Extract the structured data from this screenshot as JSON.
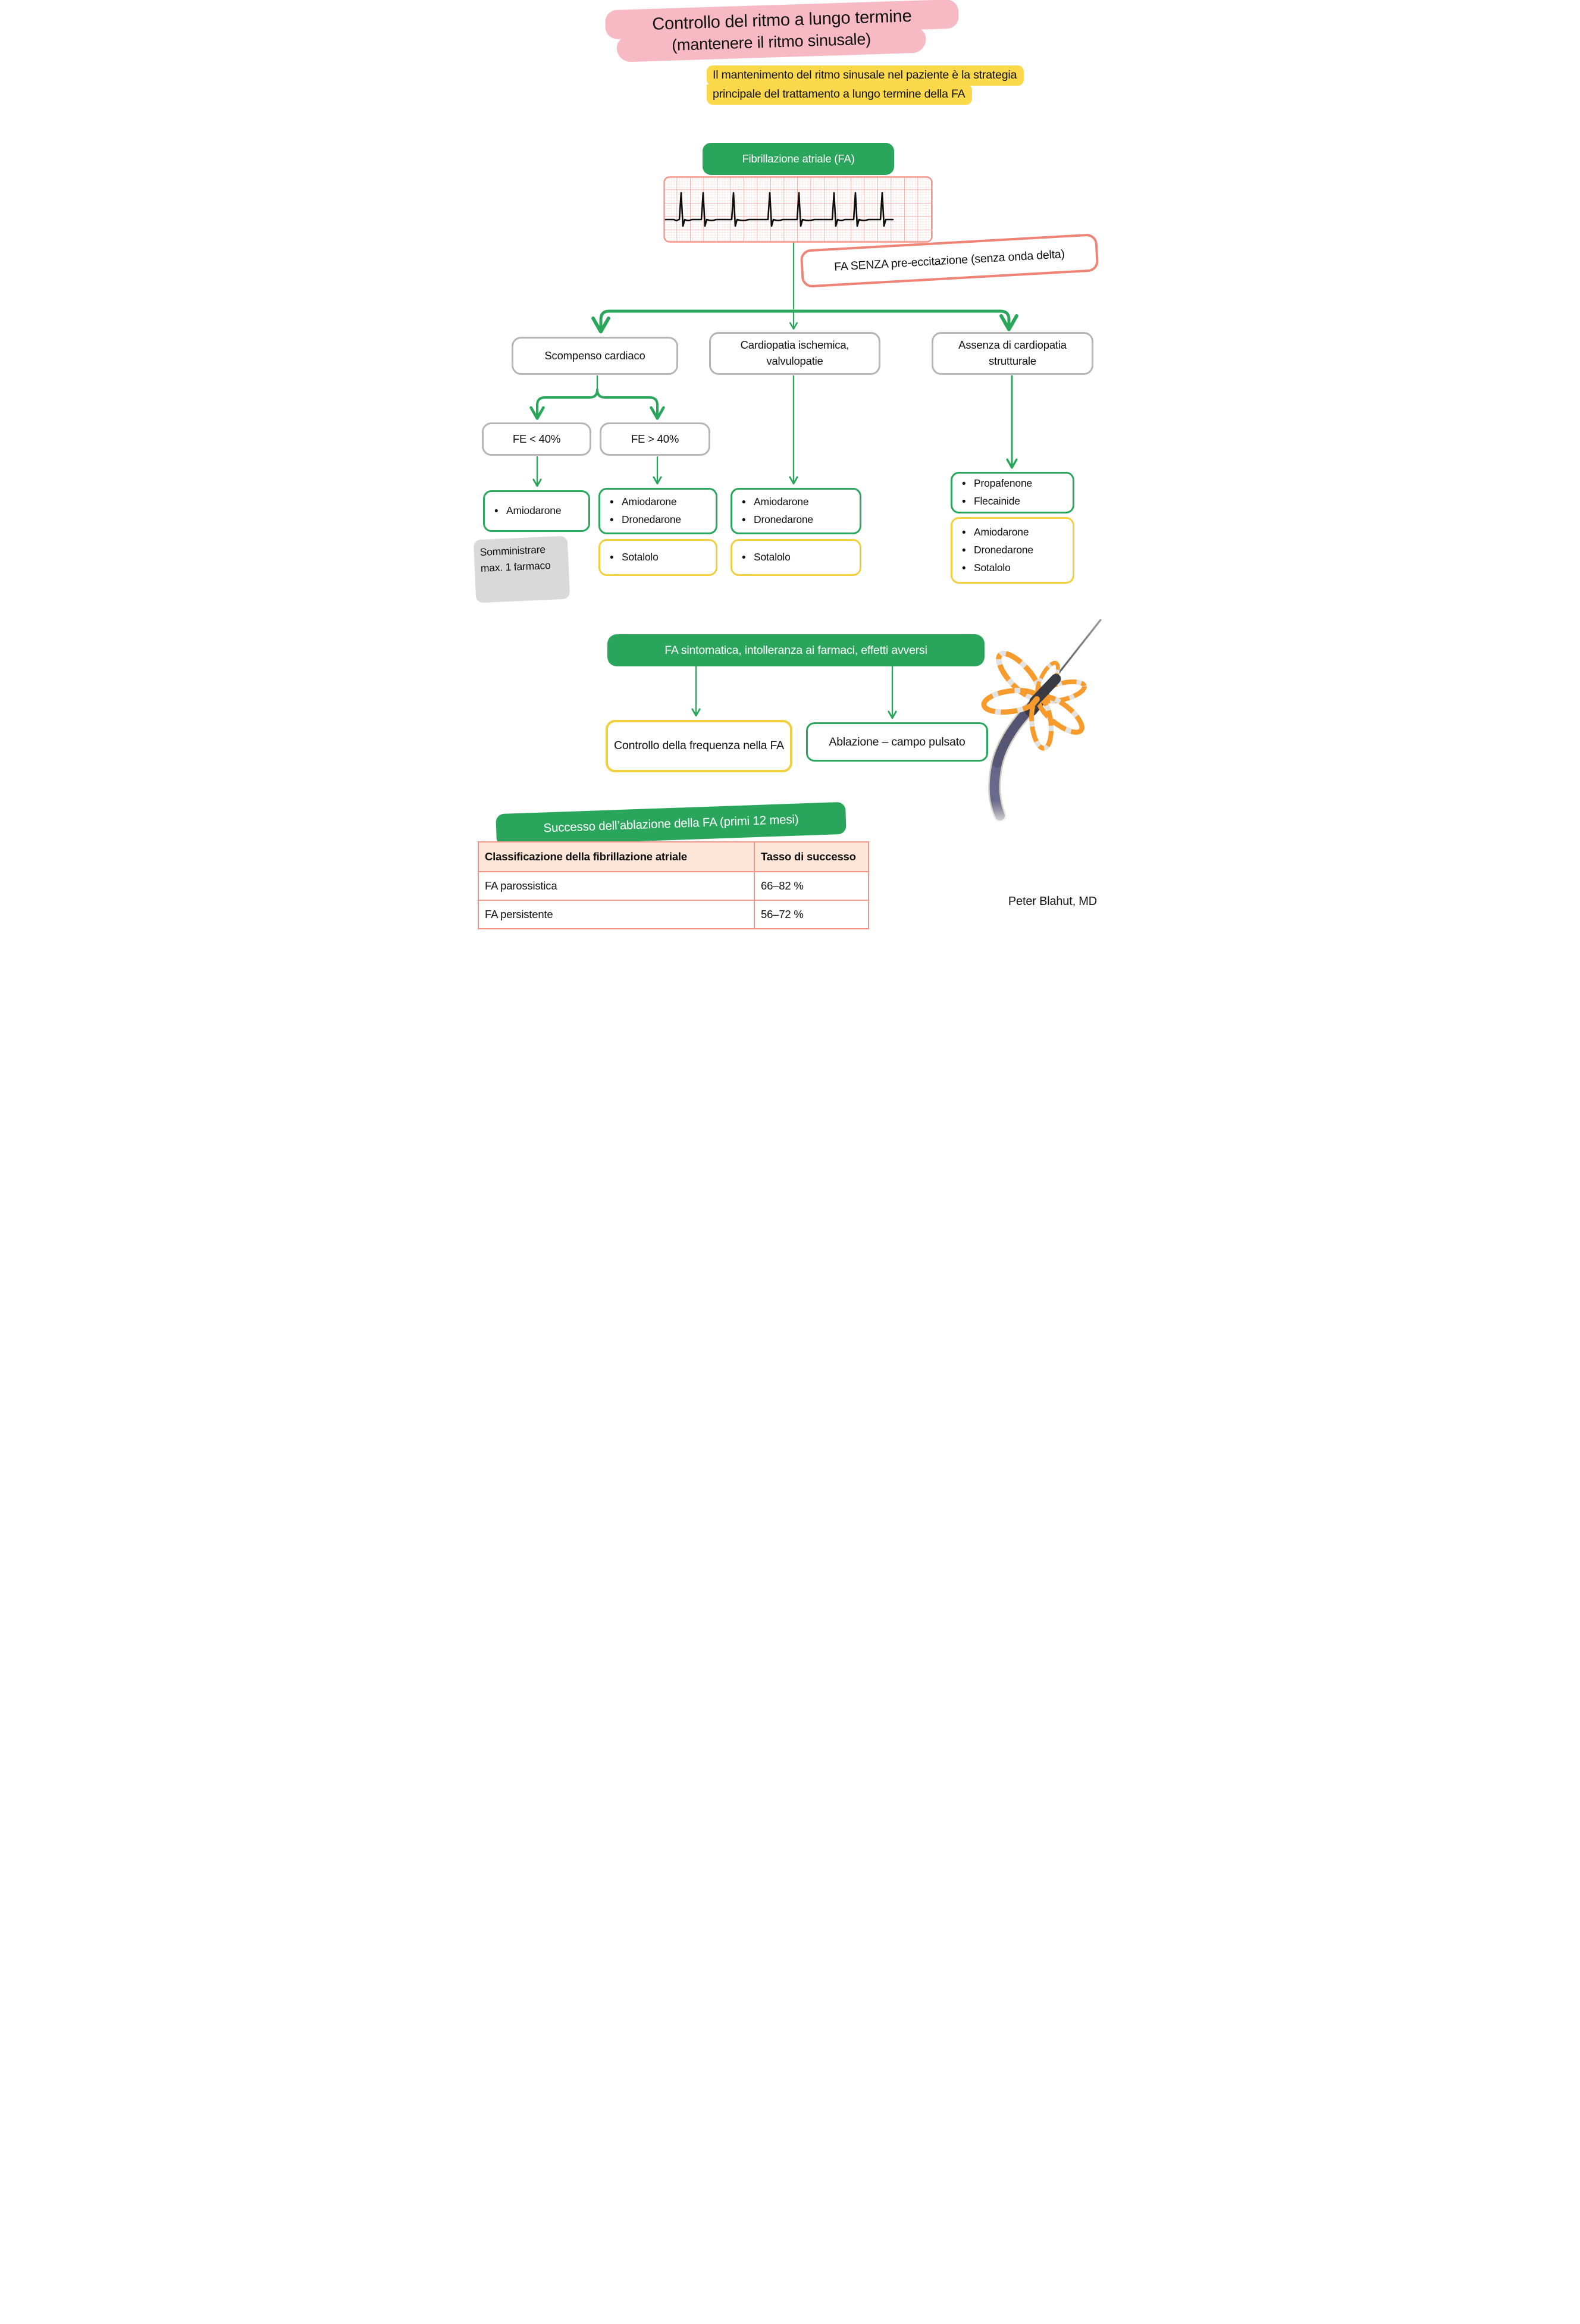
{
  "header": {
    "title_lines": [
      "Controllo del ritmo a lungo termine",
      "(mantenere il ritmo sinusale)"
    ],
    "subtitle_lines": [
      "Il mantenimento del ritmo sinusale nel paziente è la strategia",
      "principale del trattamento a lungo termine della FA"
    ]
  },
  "flow": {
    "root": "Fibrillazione atriale (FA)",
    "ecg_note": "FA SENZA pre-eccitazione (senza onda delta)",
    "branches": [
      "Scompenso cardiaco",
      "Cardiopatia ischemica, valvulopatie",
      "Assenza di cardiopatia strutturale"
    ],
    "fe": [
      "FE < 40%",
      "FE > 40%"
    ],
    "drugs": {
      "fe_lt40_first_line": [
        "Amiodarone"
      ],
      "fe_gt40_first_line": [
        "Amiodarone",
        "Dronedarone"
      ],
      "fe_gt40_second_line": [
        "Sotalolo"
      ],
      "ischemic_first_line": [
        "Amiodarone",
        "Dronedarone"
      ],
      "ischemic_second_line": [
        "Sotalolo"
      ],
      "no_structural_first_line": [
        "Propafenone",
        "Flecainide"
      ],
      "no_structural_second_line": [
        "Amiodarone",
        "Dronedarone",
        "Sotalolo"
      ]
    },
    "note": "Somministrare max. 1 farmaco",
    "escalation": "FA sintomatica, intolleranza ai farmaci, effetti avversi",
    "options": [
      "Controllo della frequenza nella FA",
      "Ablazione – campo pulsato"
    ]
  },
  "success": {
    "banner": "Successo dell’ablazione della FA (primi 12 mesi)",
    "table": {
      "headers": [
        "Classificazione della fibrillazione atriale",
        "Tasso di successo"
      ],
      "rows": [
        [
          "FA parossistica",
          "66–82 %"
        ],
        [
          "FA persistente",
          "56–72 %"
        ]
      ]
    }
  },
  "author": "Peter Blahut, MD",
  "palette": {
    "green": "#2aa65c",
    "yellow_border": "#f2cf3e",
    "yellow_highlight": "#fcd84b",
    "pink_title": "#f7bac5",
    "salmon": "#ee8376",
    "gray_border": "#b5b5b5",
    "note_gray": "#d9d9d9",
    "table_header_bg": "#fde5d7",
    "catheter_orange": "#f89b2d"
  }
}
